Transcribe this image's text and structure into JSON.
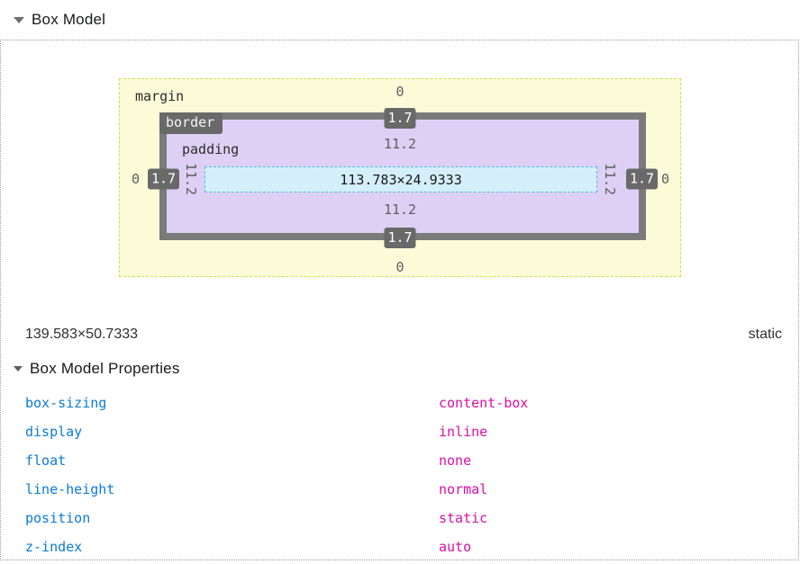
{
  "panel": {
    "title": "Box Model",
    "collapse_icon": "triangle-down"
  },
  "box_model": {
    "margin_label": "margin",
    "border_label": "border",
    "padding_label": "padding",
    "content_dimensions": "113.783×24.9333",
    "values": {
      "margin": {
        "top": "0",
        "right": "0",
        "bottom": "0",
        "left": "0"
      },
      "border": {
        "top": "1.7",
        "right": "1.7",
        "bottom": "1.7",
        "left": "1.7"
      },
      "padding": {
        "top": "11.2",
        "right": "11.2",
        "bottom": "11.2",
        "left": "11.2"
      }
    },
    "colors": {
      "margin_bg": "#fbfbd8",
      "margin_border": "#d4dc55",
      "border_bg": "#7a7a7a",
      "padding_bg": "#ddd0f4",
      "content_bg": "#d4effa",
      "content_border": "#58b2e2",
      "badge_bg": "#696969"
    }
  },
  "summary": {
    "dimensions": "139.583×50.7333",
    "position": "static"
  },
  "properties_section": {
    "title": "Box Model Properties",
    "collapse_icon": "triangle-down",
    "name_color": "#0a7ad6",
    "value_color": "#d80fa5",
    "properties": [
      {
        "name": "box-sizing",
        "value": "content-box"
      },
      {
        "name": "display",
        "value": "inline"
      },
      {
        "name": "float",
        "value": "none"
      },
      {
        "name": "line-height",
        "value": "normal"
      },
      {
        "name": "position",
        "value": "static"
      },
      {
        "name": "z-index",
        "value": "auto"
      }
    ]
  }
}
